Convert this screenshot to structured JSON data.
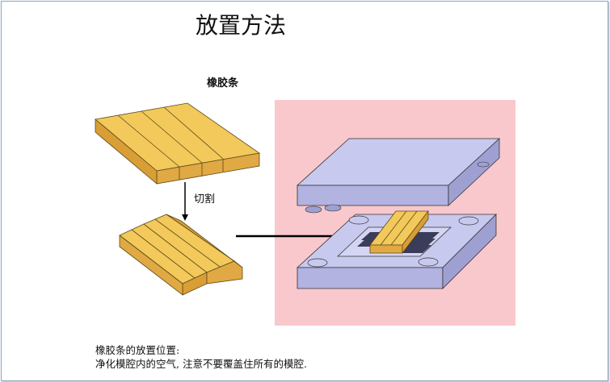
{
  "slide": {
    "title": "放置方法",
    "rubber_strip_label": "橡胶条",
    "cut_label": "切割",
    "note_line1": "橡胶条的放置位置:",
    "note_line2": "净化模腔内的空气, 注意不要覆盖住所有的模腔."
  },
  "colors": {
    "rubber": "#f2c95a",
    "mold": "#c8c9ee",
    "highlight_bg": "#f8c8cc",
    "border": "#8fa6c4"
  }
}
